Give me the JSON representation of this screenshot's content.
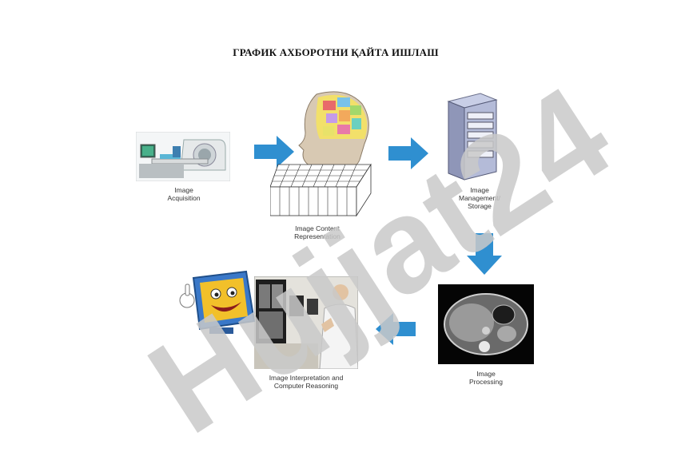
{
  "document": {
    "title": "ГРАФИК АХБОРОТНИ ҚАЙТА ИШЛАШ"
  },
  "steps": {
    "acquisition": {
      "line1": "Image",
      "line2": "Acquisition"
    },
    "content": {
      "line1": "Image Content",
      "line2": "Representation"
    },
    "storage": {
      "line1": "Image",
      "line2": "Management/",
      "line3": "Storage"
    },
    "processing": {
      "line1": "Image",
      "line2": "Processing"
    },
    "interpretation": {
      "line1": "Image Interpretation and",
      "line2": "Computer Reasoning"
    }
  },
  "watermark": {
    "text": "Hujjat24",
    "color": "#c9c9c9",
    "accent_color": "#c89be8"
  },
  "colors": {
    "arrow": "#2f8fd0",
    "arrow_dark": "#1f6fb0"
  }
}
